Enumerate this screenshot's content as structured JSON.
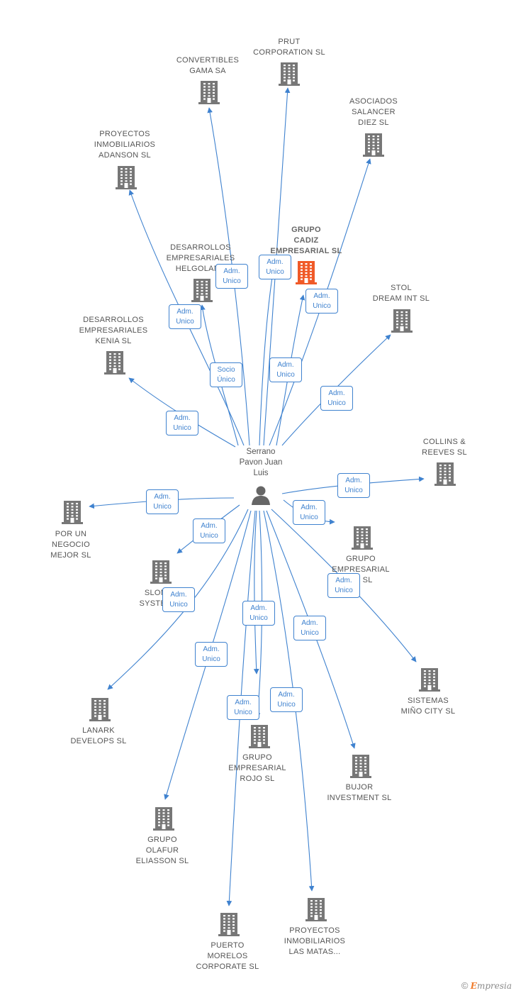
{
  "person": {
    "lines": [
      "Serrano",
      "Pavon Juan",
      "Luis"
    ],
    "icon": "person-icon"
  },
  "colors": {
    "edge": "#3f82cf",
    "company_icon": "#777777",
    "focus_icon": "#f05a28",
    "text": "#555555"
  },
  "companies": [
    {
      "id": "prut",
      "lines": [
        "PRUT",
        "CORPORATION SL"
      ],
      "focus": false
    },
    {
      "id": "convertibles",
      "lines": [
        "CONVERTIBLES",
        "GAMA SA"
      ],
      "focus": false
    },
    {
      "id": "asociados",
      "lines": [
        "ASOCIADOS",
        "SALANCER",
        "DIEZ SL"
      ],
      "focus": false
    },
    {
      "id": "proyectos-adanson",
      "lines": [
        "PROYECTOS",
        "INMOBILIARIOS",
        "ADANSON SL"
      ],
      "focus": false
    },
    {
      "id": "grupo-cadiz",
      "lines": [
        "GRUPO",
        "CADIZ",
        "EMPRESARIAL SL"
      ],
      "focus": true
    },
    {
      "id": "helgoland",
      "lines": [
        "DESARROLLOS",
        "EMPRESARIALES",
        "HELGOLAND"
      ],
      "focus": false
    },
    {
      "id": "stol",
      "lines": [
        "STOL",
        "DREAM INT SL"
      ],
      "focus": false
    },
    {
      "id": "kenia",
      "lines": [
        "DESARROLLOS",
        "EMPRESARIALES",
        "KENIA SL"
      ],
      "focus": false
    },
    {
      "id": "collins",
      "lines": [
        "COLLINS &",
        "REEVES SL"
      ],
      "focus": false
    },
    {
      "id": "por-un-negocio",
      "lines": [
        "POR UN",
        "NEGOCIO",
        "MEJOR SL"
      ],
      "focus": false
    },
    {
      "id": "grupo-empresarial-ce",
      "lines": [
        "GRUPO",
        "EMPRESARIAL",
        "CE SL"
      ],
      "focus": false
    },
    {
      "id": "slom",
      "lines": [
        "SLOM",
        "SYSTEM"
      ],
      "focus": false
    },
    {
      "id": "sistemas-mino",
      "lines": [
        "SISTEMAS",
        "MIÑO CITY SL"
      ],
      "focus": false
    },
    {
      "id": "lanark",
      "lines": [
        "LANARK",
        "DEVELOPS SL"
      ],
      "focus": false
    },
    {
      "id": "grupo-rojo",
      "lines": [
        "GRUPO",
        "EMPRESARIAL",
        "ROJO SL"
      ],
      "focus": false
    },
    {
      "id": "bujor",
      "lines": [
        "BUJOR",
        "INVESTMENT SL"
      ],
      "focus": false
    },
    {
      "id": "olafur",
      "lines": [
        "GRUPO",
        "OLAFUR",
        "ELIASSON SL"
      ],
      "focus": false
    },
    {
      "id": "puerto-morelos",
      "lines": [
        "PUERTO",
        "MORELOS",
        "CORPORATE SL"
      ],
      "focus": false
    },
    {
      "id": "proyectos-las-matas",
      "lines": [
        "PROYECTOS",
        "INMOBILIARIOS",
        "LAS MATAS..."
      ],
      "focus": false
    }
  ],
  "relations": [
    {
      "target": "convertibles",
      "role": [
        "Adm.",
        "Unico"
      ]
    },
    {
      "target": "grupo-cadiz",
      "role": [
        "Adm.",
        "Unico"
      ]
    },
    {
      "target": "prut",
      "role": [
        "Adm.",
        "Unico"
      ]
    },
    {
      "target": "asociados",
      "role": [
        "Adm.",
        "Unico"
      ]
    },
    {
      "target": "proyectos-adanson",
      "role": [
        "Adm.",
        "Unico"
      ]
    },
    {
      "target": "helgoland",
      "role": [
        "Socio",
        "Único"
      ]
    },
    {
      "target": "grupo-cadiz",
      "role": [
        "Adm.",
        "Unico"
      ]
    },
    {
      "target": "stol",
      "role": [
        "Adm.",
        "Unico"
      ]
    },
    {
      "target": "kenia",
      "role": [
        "Adm.",
        "Unico"
      ]
    },
    {
      "target": "collins",
      "role": [
        "Adm.",
        "Unico"
      ]
    },
    {
      "target": "por-un-negocio",
      "role": [
        "Adm.",
        "Unico"
      ]
    },
    {
      "target": "grupo-empresarial-ce",
      "role": [
        "Adm.",
        "Unico"
      ]
    },
    {
      "target": "slom",
      "role": [
        "Adm.",
        "Unico"
      ]
    },
    {
      "target": "sistemas-mino",
      "role": [
        "Adm.",
        "Unico"
      ]
    },
    {
      "target": "lanark",
      "role": [
        "Adm.",
        "Unico"
      ]
    },
    {
      "target": "grupo-rojo",
      "role": [
        "Adm.",
        "Unico"
      ]
    },
    {
      "target": "bujor",
      "role": [
        "Adm.",
        "Unico"
      ]
    },
    {
      "target": "olafur",
      "role": [
        "Adm.",
        "Unico"
      ]
    },
    {
      "target": "grupo-rojo",
      "role": [
        "Adm.",
        "Unico"
      ]
    },
    {
      "target": "proyectos-las-matas",
      "role": [
        "Adm.",
        "Unico"
      ]
    },
    {
      "target": "puerto-morelos",
      "role": [
        "Adm.",
        "Unico"
      ]
    }
  ],
  "brand": {
    "copyright": "©",
    "e": "E",
    "rest": "mpresia"
  }
}
